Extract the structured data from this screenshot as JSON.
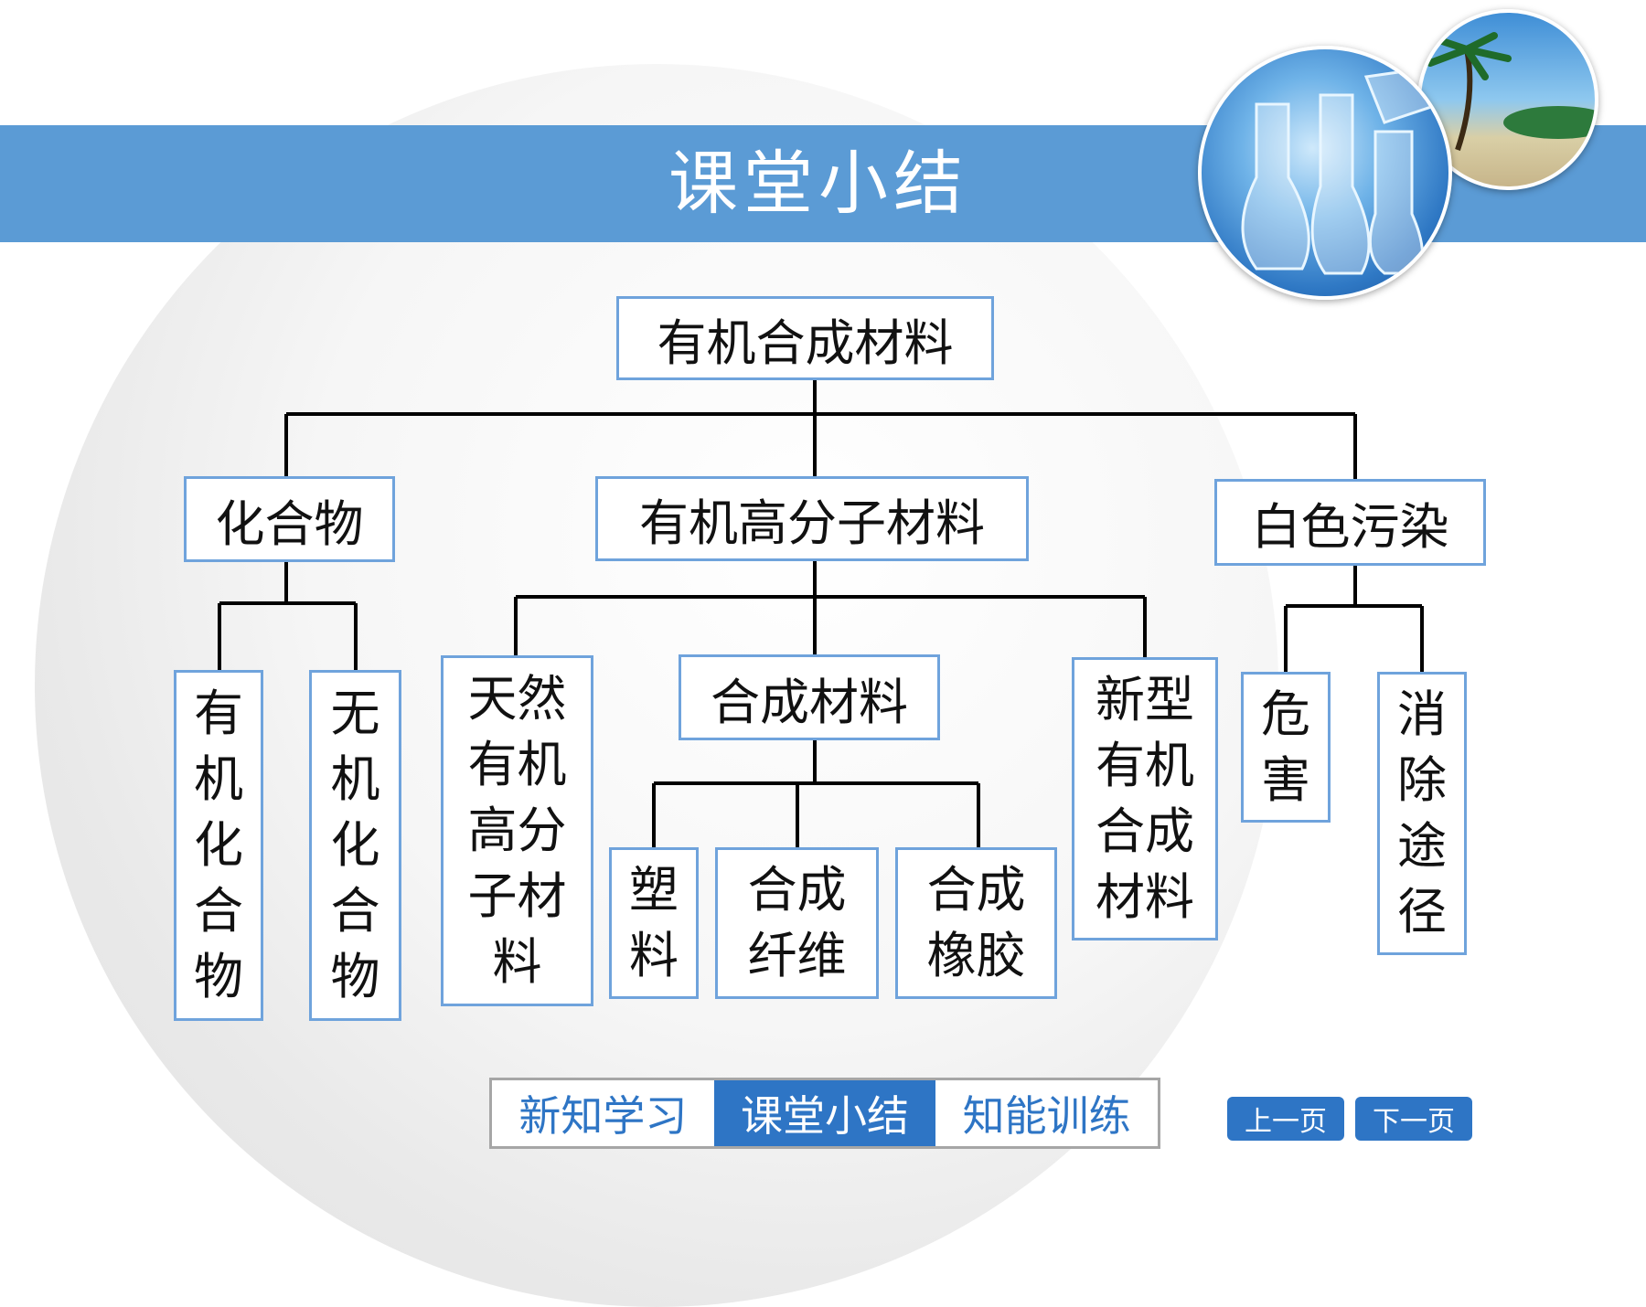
{
  "header": {
    "title": "课堂小结"
  },
  "tree": {
    "root": "有机合成材料",
    "level1": [
      "化合物",
      "有机高分子材料",
      "白色污染"
    ],
    "compound_children": [
      "有机化合物",
      "无机化合物"
    ],
    "polymer_children": [
      "天然有机高分子材料",
      "合成材料",
      "新型有机合成材料"
    ],
    "synthetic_children": [
      "塑料",
      "合成纤维",
      "合成橡胶"
    ],
    "pollution_children": [
      "危害",
      "消除途径"
    ]
  },
  "nav": {
    "tabs": [
      "新知学习",
      "课堂小结",
      "知能训练"
    ],
    "active": 1
  },
  "pager": {
    "prev": "上一页",
    "next": "下一页"
  },
  "images": {
    "photo_right": "beach-photo",
    "photo_left": "lab-glassware-photo"
  },
  "colors": {
    "accent": "#5b9bd5",
    "box_border": "#6fa3dc",
    "nav_active": "#2e75c5"
  }
}
